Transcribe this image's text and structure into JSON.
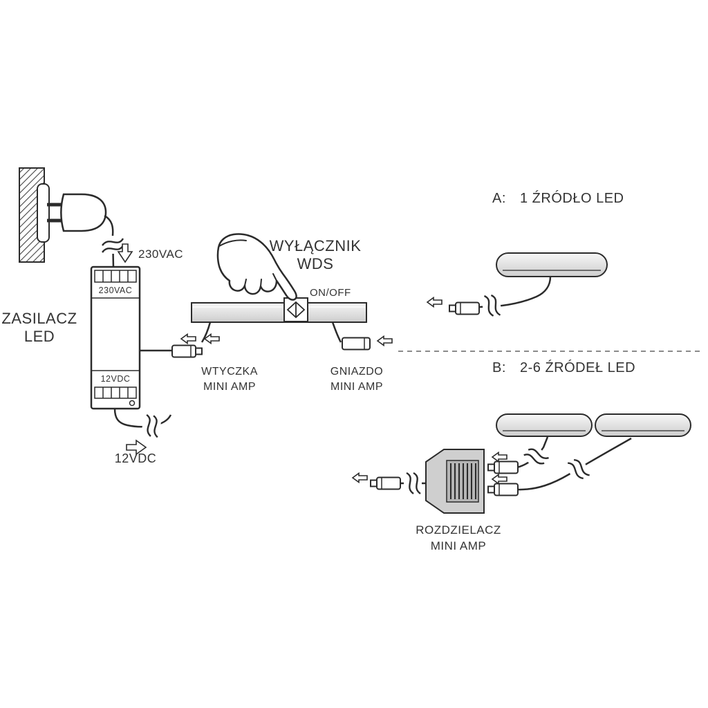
{
  "diagram": {
    "psu": {
      "name_1": "ZASILACZ",
      "name_2": "LED",
      "input_print": "230VAC",
      "output_print": "12VDC",
      "input_arrow_label": "230VAC",
      "output_arrow_label": "12VDC"
    },
    "switch": {
      "title_1": "WYŁĄCZNIK",
      "title_2": "WDS",
      "onoff": "ON/OFF"
    },
    "connectors": {
      "plug_1": "WTYCZKA",
      "plug_2": "MINI AMP",
      "socket_1": "GNIAZDO",
      "socket_2": "MINI AMP"
    },
    "section_a": {
      "prefix": "A:",
      "label": "1 ŹRÓDŁO LED"
    },
    "section_b": {
      "prefix": "B:",
      "label": "2-6 ŹRÓDEŁ LED"
    },
    "splitter": {
      "name_1": "ROZDZIELACZ",
      "name_2": "MINI AMP"
    }
  },
  "colors": {
    "line": "#2b2b2b",
    "text": "#333333",
    "splitter_fill": "#cfcfcf",
    "divider_dash": "#8a8a8a",
    "background": "#ffffff"
  }
}
